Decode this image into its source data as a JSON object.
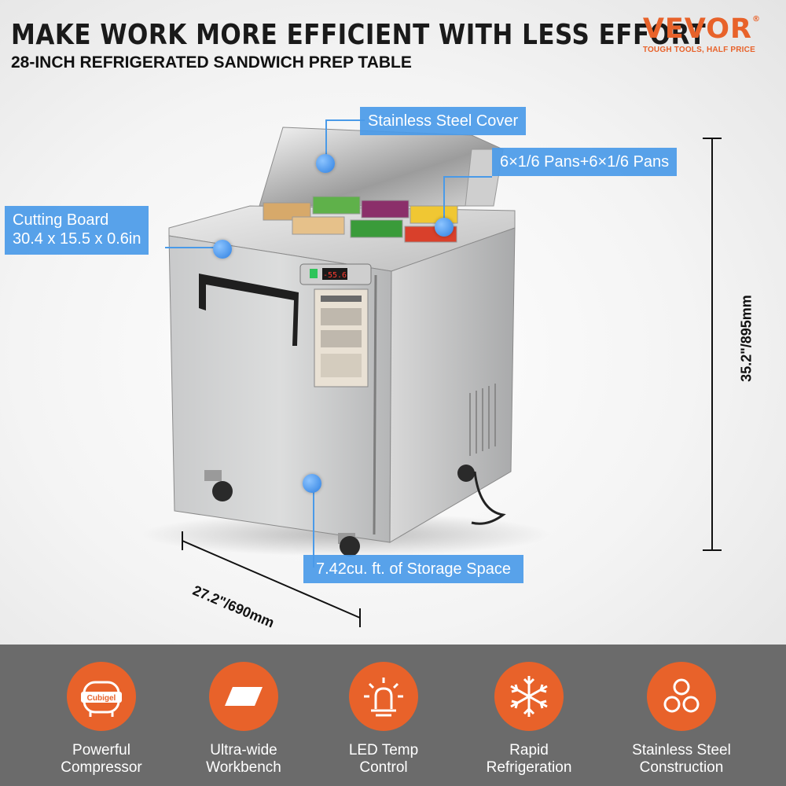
{
  "header": {
    "headline": "MAKE WORK MORE EFFICIENT WITH LESS EFFORT",
    "subhead": "28-INCH REFRIGERATED SANDWICH PREP TABLE"
  },
  "brand": {
    "name": "VEVOR",
    "mark": "®",
    "tagline": "TOUGH TOOLS, HALF PRICE",
    "color": "#e8622a"
  },
  "callouts": {
    "cover": "Stainless Steel Cover",
    "pans": "6×1/6 Pans+6×1/6 Pans",
    "cutting_board_title": "Cutting Board",
    "cutting_board_dims": "30.4 x 15.5 x 0.6in",
    "storage": "7.42cu. ft. of Storage Space"
  },
  "dimensions": {
    "height": "35.2\"/895mm",
    "depth": "27.2\"/690mm"
  },
  "display": {
    "temp": "-55.6"
  },
  "features": [
    {
      "icon": "compressor-icon",
      "badge": "Cubigel",
      "line1": "Powerful",
      "line2": "Compressor"
    },
    {
      "icon": "workbench-icon",
      "line1": "Ultra-wide",
      "line2": "Workbench"
    },
    {
      "icon": "led-lamp-icon",
      "line1": "LED Temp",
      "line2": "Control"
    },
    {
      "icon": "snowflake-icon",
      "line1": "Rapid",
      "line2": "Refrigeration"
    },
    {
      "icon": "stainless-steel-icon",
      "line1": "Stainless Steel",
      "line2": "Construction"
    }
  ],
  "colors": {
    "accent": "#e8622a",
    "callout": "#4a9ae8",
    "band": "#6b6b6b"
  }
}
